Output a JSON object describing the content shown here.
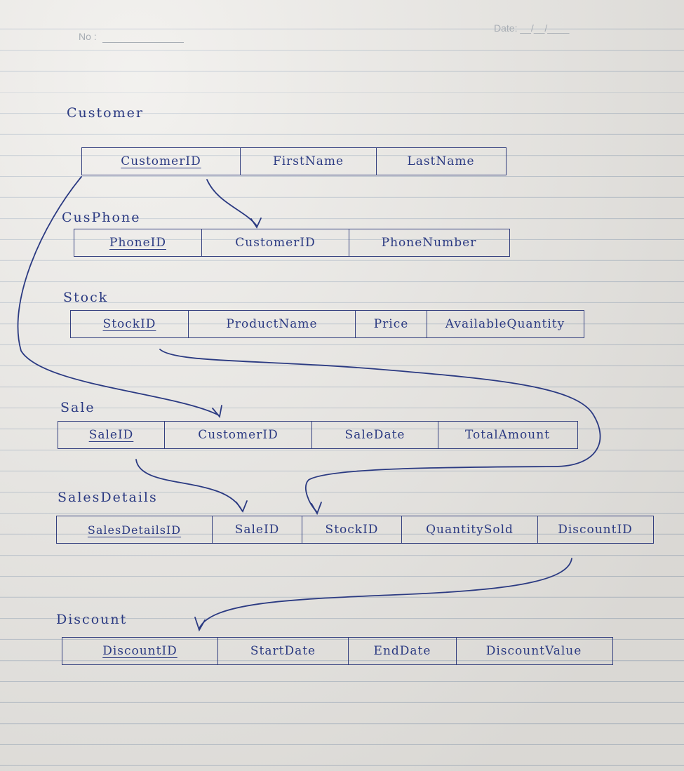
{
  "header": {
    "no_label": "No :",
    "date_label": "Date:  __/__/____"
  },
  "tables": [
    {
      "name": "Customer",
      "columns": [
        "CustomerID",
        "FirstName",
        "LastName"
      ],
      "primary_key": "CustomerID"
    },
    {
      "name": "CusPhone",
      "columns": [
        "PhoneID",
        "CustomerID",
        "PhoneNumber"
      ],
      "primary_key": "PhoneID"
    },
    {
      "name": "Stock",
      "columns": [
        "StockID",
        "ProductName",
        "Price",
        "AvailableQuantity"
      ],
      "primary_key": "StockID"
    },
    {
      "name": "Sale",
      "columns": [
        "SaleID",
        "CustomerID",
        "SaleDate",
        "TotalAmount"
      ],
      "primary_key": "SaleID"
    },
    {
      "name": "SalesDetails",
      "columns": [
        "SalesDetailsID",
        "SaleID",
        "StockID",
        "QuantitySold",
        "DiscountID"
      ],
      "primary_key": "SalesDetailsID"
    },
    {
      "name": "Discount",
      "columns": [
        "DiscountID",
        "StartDate",
        "EndDate",
        "DiscountValue"
      ],
      "primary_key": "DiscountID"
    }
  ],
  "relationships": [
    {
      "from": "Customer.CustomerID",
      "to": "CusPhone.CustomerID"
    },
    {
      "from": "Customer.CustomerID",
      "to": "Sale.CustomerID"
    },
    {
      "from": "Stock.StockID",
      "to": "SalesDetails.StockID"
    },
    {
      "from": "Sale.SaleID",
      "to": "SalesDetails.SaleID"
    },
    {
      "from": "SalesDetails.DiscountID",
      "to": "Discount.DiscountID"
    }
  ],
  "colors": {
    "ink": "#2b3a82",
    "paper": "#eceae6",
    "rule_lines": "#b9c2cc"
  }
}
